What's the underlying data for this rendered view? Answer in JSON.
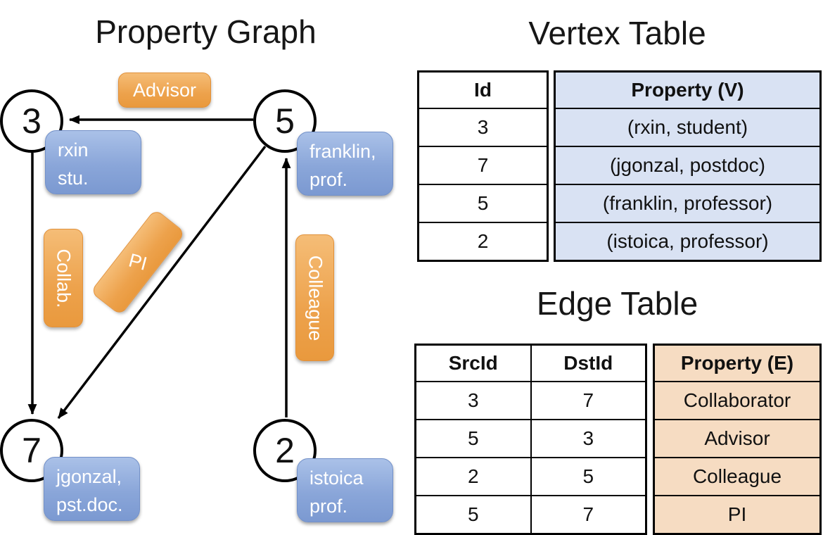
{
  "graph": {
    "title": "Property Graph",
    "nodes": {
      "n3": {
        "id": "3",
        "prop_line1": "rxin",
        "prop_line2": "stu."
      },
      "n5": {
        "id": "5",
        "prop_line1": "franklin,",
        "prop_line2": "prof."
      },
      "n7": {
        "id": "7",
        "prop_line1": "jgonzal,",
        "prop_line2": "pst.doc."
      },
      "n2": {
        "id": "2",
        "prop_line1": "istoica",
        "prop_line2": "prof."
      }
    },
    "edge_labels": {
      "advisor": "Advisor",
      "collab": "Collab.",
      "pi": "PI",
      "colleague": "Colleague"
    }
  },
  "vertex_table": {
    "title": "Vertex Table",
    "columns": {
      "id": "Id",
      "property": "Property (V)"
    },
    "rows": [
      [
        "3",
        "(rxin, student)"
      ],
      [
        "7",
        "(jgonzal, postdoc)"
      ],
      [
        "5",
        "(franklin, professor)"
      ],
      [
        "2",
        "(istoica, professor)"
      ]
    ]
  },
  "edge_table": {
    "title": "Edge Table",
    "columns": {
      "src": "SrcId",
      "dst": "DstId",
      "property": "Property (E)"
    },
    "rows": [
      [
        "3",
        "7",
        "Collaborator"
      ],
      [
        "5",
        "3",
        "Advisor"
      ],
      [
        "2",
        "5",
        "Colleague"
      ],
      [
        "5",
        "7",
        "PI"
      ]
    ]
  },
  "colors": {
    "edge_label_orange": "#eda24c",
    "vertex_prop_blue": "#8aa6d9",
    "vertex_table_property_bg": "#d9e2f3",
    "edge_table_property_bg": "#f6dcc2",
    "line_black": "#000000"
  }
}
